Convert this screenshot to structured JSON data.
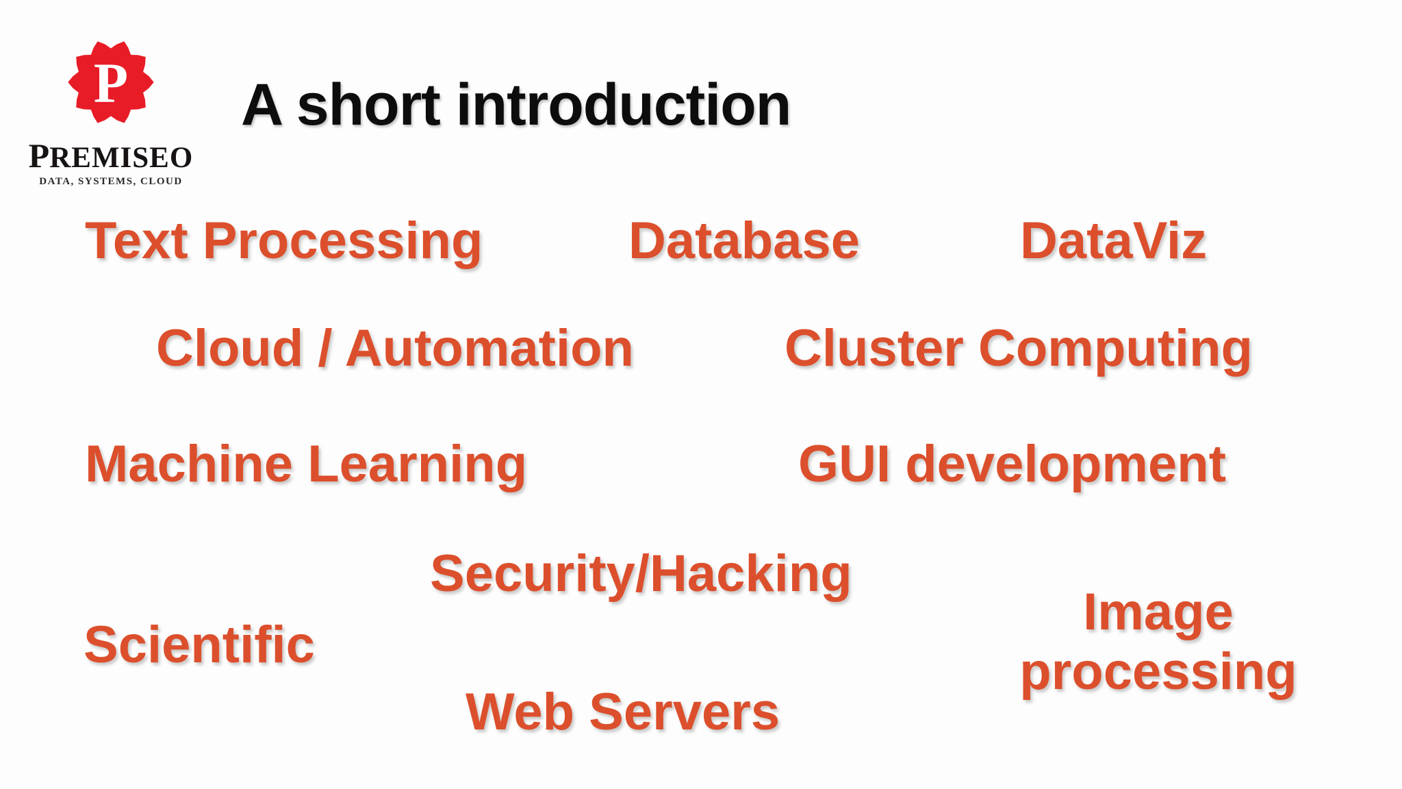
{
  "slide": {
    "title": "A short introduction",
    "logo": {
      "brand": "Premiseo",
      "monogram": "P",
      "wordmark_initial": "P",
      "wordmark_rest": "REMISEO",
      "tagline": "DATA, SYSTEMS, CLOUD",
      "badge_color": "#e81c27",
      "monogram_color": "#ffffff"
    },
    "keywords": {
      "color": "#dc4f2c",
      "items": [
        {
          "label": "Text Processing"
        },
        {
          "label": "Database"
        },
        {
          "label": "DataViz"
        },
        {
          "label": "Cloud / Automation"
        },
        {
          "label": "Cluster Computing"
        },
        {
          "label": "Machine Learning"
        },
        {
          "label": "GUI development"
        },
        {
          "label": "Security/Hacking"
        },
        {
          "label": "Scientific"
        },
        {
          "label": "Image processing"
        },
        {
          "label": "Web Servers"
        }
      ]
    }
  }
}
